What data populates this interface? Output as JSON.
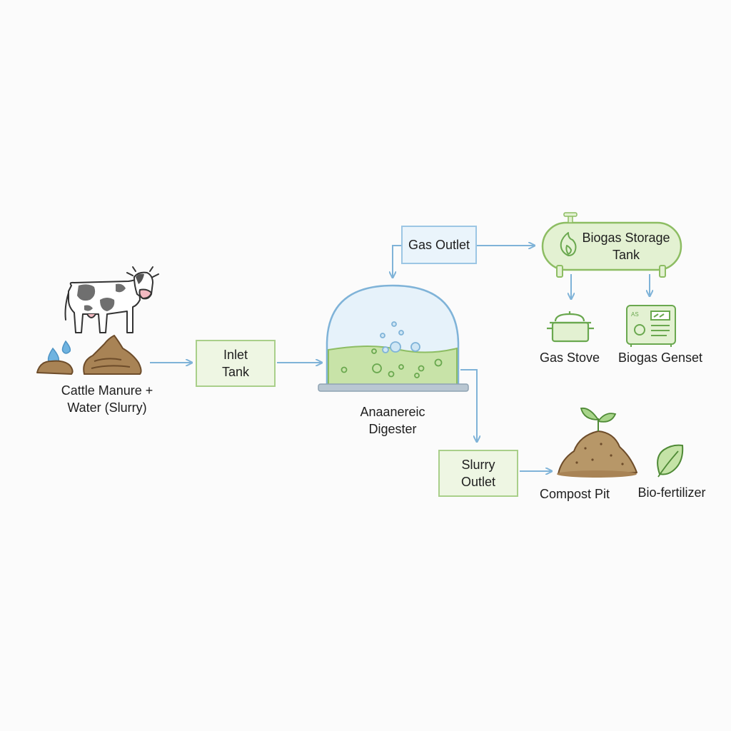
{
  "colors": {
    "arrow": "#7fb3d8",
    "green_box_border": "#a9cf8a",
    "green_box_fill": "#eef6e3",
    "blue_box_border": "#9cc6e4",
    "blue_box_fill": "#eaf4fb",
    "slurry_green": "#b9dc98",
    "dome_blue": "#cfe6f4",
    "manure_brown": "#a88355",
    "water_blue": "#6fb3e0"
  },
  "nodes": {
    "source": {
      "line1": "Cattle Manure +",
      "line2": "Water (Slurry)",
      "icons": [
        "cow-icon",
        "water-drop-icon",
        "manure-icon"
      ]
    },
    "inlet_tank": {
      "line1": "Inlet",
      "line2": "Tank"
    },
    "digester": {
      "line1": "Anaanereic",
      "line2": "Digester",
      "icon": "digester-dome-icon"
    },
    "gas_outlet": {
      "label": "Gas Outlet"
    },
    "storage_tank": {
      "line1": "Biogas Storage",
      "line2": "Tank",
      "icon": "flame-icon"
    },
    "gas_stove": {
      "label": "Gas Stove",
      "icon": "cooking-pot-icon"
    },
    "genset": {
      "label": "Biogas Genset",
      "icon": "generator-icon",
      "panel_text": "AS"
    },
    "slurry_outlet": {
      "line1": "Slurry",
      "line2": "Outlet"
    },
    "compost_pit": {
      "label": "Compost Pit",
      "icon": "compost-sprout-icon"
    },
    "bio_fertilizer": {
      "label": "Bio-fertilizer",
      "icon": "leaf-icon"
    }
  }
}
